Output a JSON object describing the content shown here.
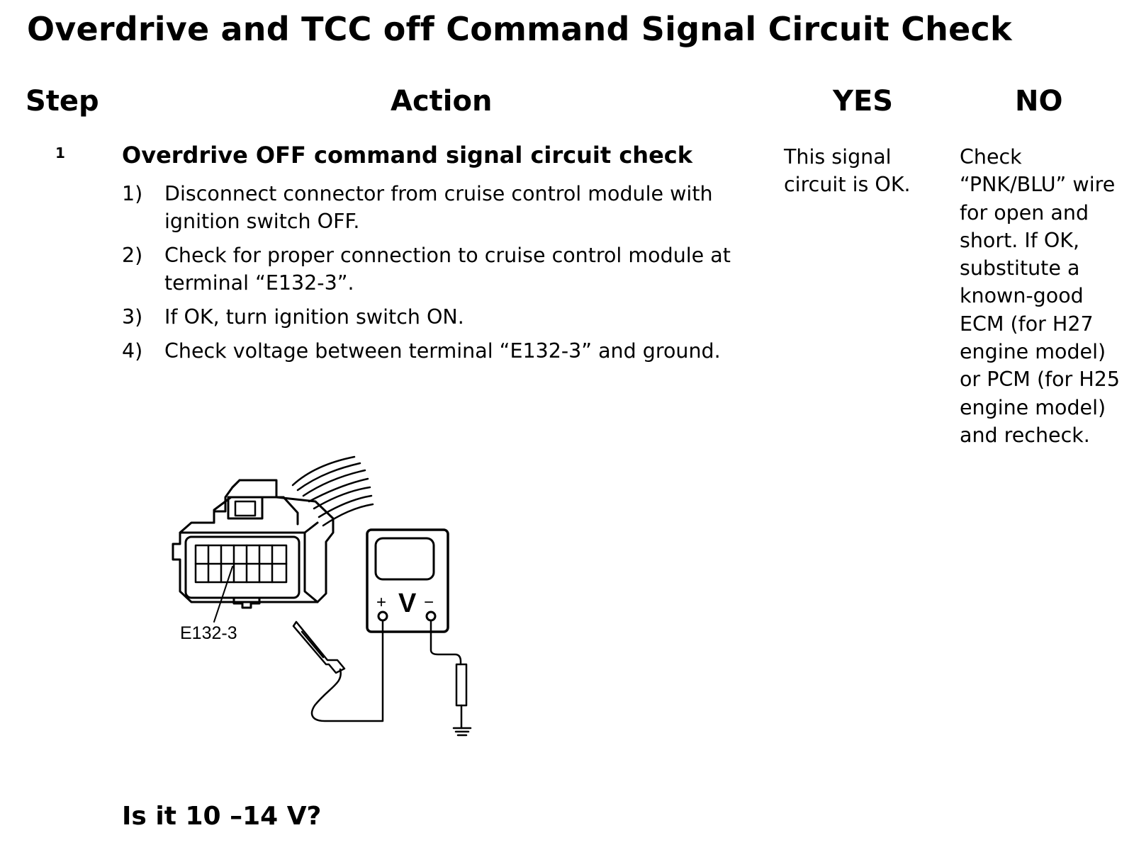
{
  "page": {
    "title": "Overdrive and TCC off Command Signal Circuit Check"
  },
  "table": {
    "headers": {
      "step": "Step",
      "action": "Action",
      "yes": "YES",
      "no": "NO"
    },
    "row": {
      "step_number": "1",
      "action_title": "Overdrive OFF command signal circuit check",
      "instructions": [
        {
          "num": "1)",
          "text": "Disconnect connector from cruise control module with ignition switch OFF."
        },
        {
          "num": "2)",
          "text": "Check for proper connection to cruise control module at terminal “E132-3”."
        },
        {
          "num": "3)",
          "text": "If OK, turn ignition switch ON."
        },
        {
          "num": "4)",
          "text": "Check voltage between terminal “E132-3” and ground."
        }
      ],
      "yes_result": "This signal circuit is OK.",
      "no_result": "Check “PNK/BLU” wire for open and short. If OK, substitute a known-good ECM (for H27 engine model) or PCM (for H25 engine model) and recheck.",
      "question": "Is it 10 –14 V?"
    }
  },
  "diagram": {
    "terminal_label": "E132-3",
    "meter_plus": "+",
    "meter_unit": "V",
    "meter_minus": "−"
  }
}
